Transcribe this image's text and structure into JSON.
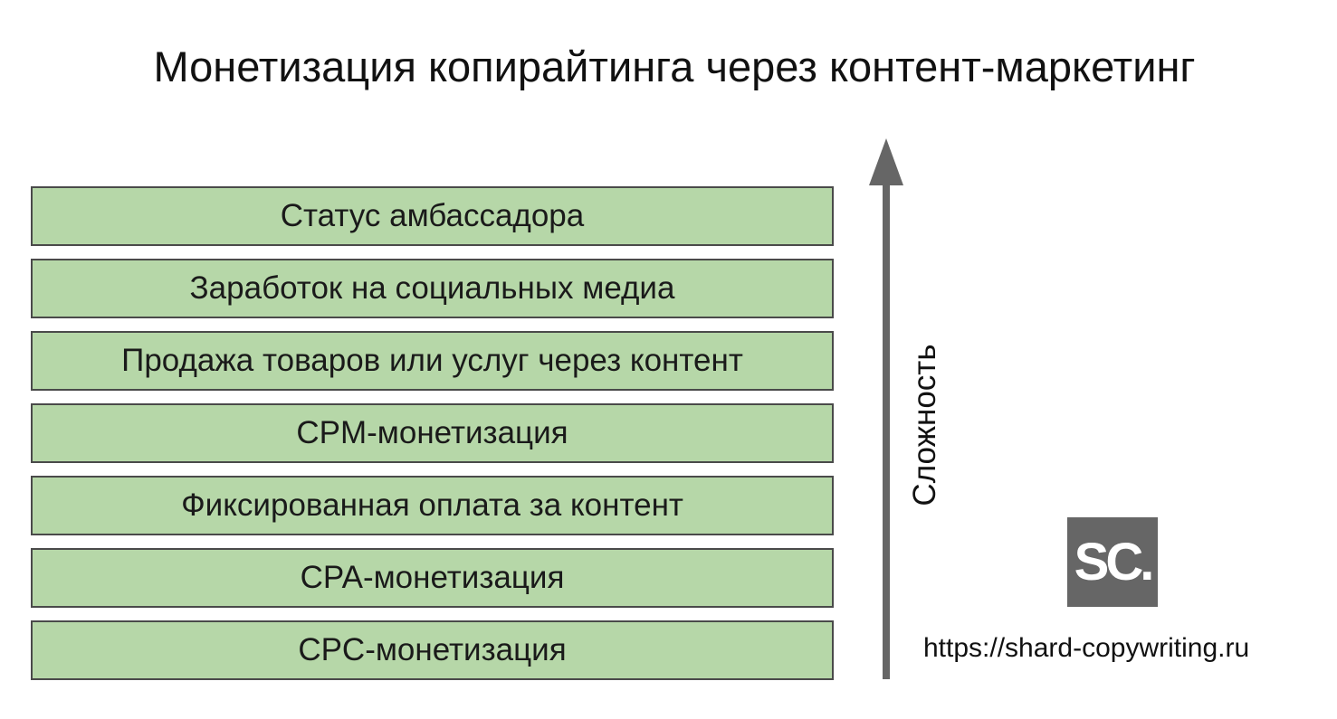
{
  "title": "Монетизация копирайтинга через контент-маркетинг",
  "levels": [
    {
      "label": "Статус амбассадора"
    },
    {
      "label": "Заработок на социальных медиа"
    },
    {
      "label": "Продажа товаров или услуг через контент"
    },
    {
      "label": "CPM-монетизация"
    },
    {
      "label": "Фиксированная оплата за контент"
    },
    {
      "label": "CPA-монетизация"
    },
    {
      "label": "CPC-монетизация"
    }
  ],
  "axis": {
    "label": "Сложность",
    "direction": "up"
  },
  "logo": {
    "text": "SC."
  },
  "url": "https://shard-copywriting.ru",
  "colors": {
    "box_fill": "#b6d7a8",
    "box_border": "#4a4a4a",
    "axis": "#666666",
    "logo_bg": "#666666"
  }
}
